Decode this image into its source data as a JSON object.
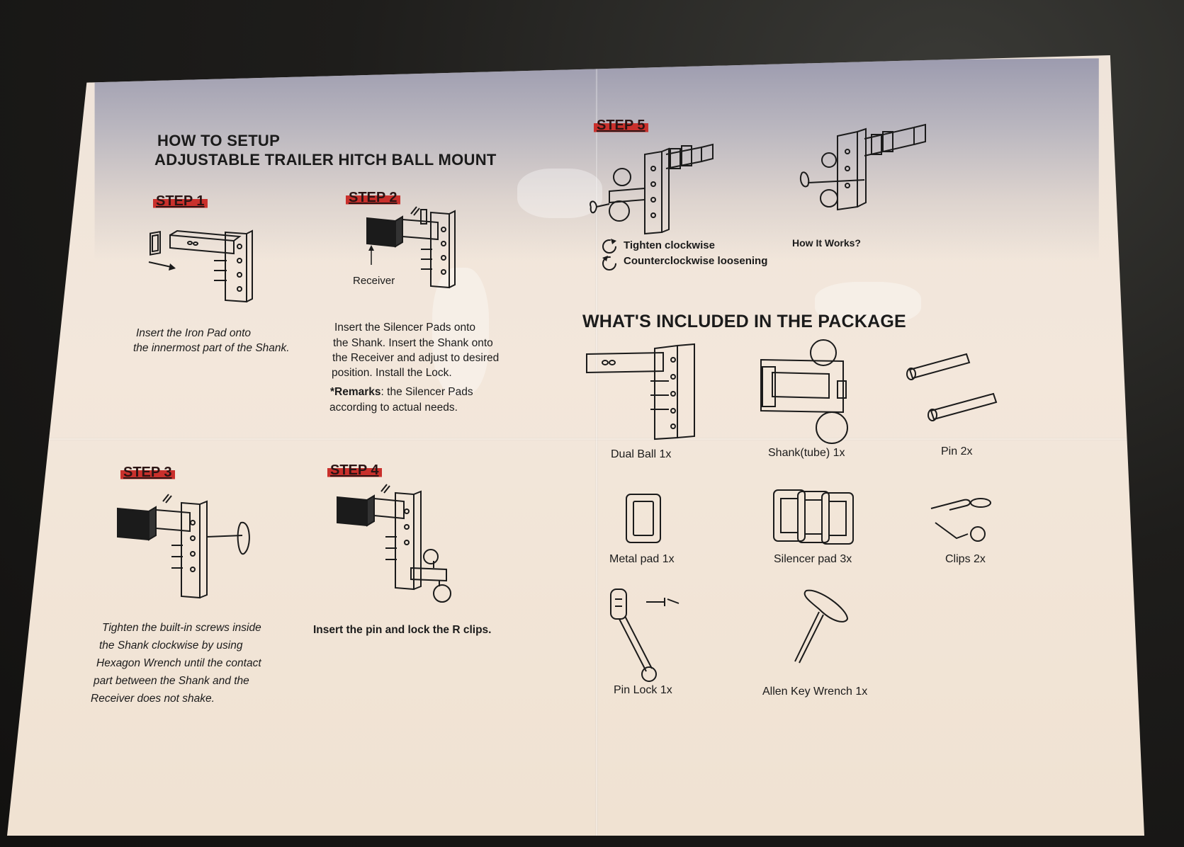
{
  "title_line1": "HOW TO SETUP",
  "title_line2": "ADJUSTABLE TRAILER HITCH BALL MOUNT",
  "steps": {
    "step1": {
      "label": "STEP 1",
      "text_lines": [
        "Insert the Iron Pad onto",
        "the innermost part of the Shank."
      ]
    },
    "step2": {
      "label": "STEP 2",
      "receiver": "Receiver",
      "text_lines": [
        "Insert the Silencer Pads onto",
        "the Shank. Insert the Shank onto",
        "the Receiver and adjust to desired",
        "position. Install the Lock."
      ],
      "remarks_label": "*Remarks",
      "remarks_lines": [
        ": the Silencer Pads",
        "according to actual needs."
      ]
    },
    "step3": {
      "label": "STEP 3",
      "text_lines": [
        "Tighten the built-in screws inside",
        "the Shank clockwise by using",
        "Hexagon Wrench until the contact",
        "part between the Shank and the",
        "Receiver does not shake."
      ]
    },
    "step4": {
      "label": "STEP 4",
      "text": "Insert the pin and lock the R clips."
    },
    "step5": {
      "label": "STEP 5",
      "tighten": "Tighten clockwise",
      "loosen": "Counterclockwise loosening",
      "how": "How It Works?"
    }
  },
  "package": {
    "heading": "WHAT'S INCLUDED IN THE PACKAGE",
    "items": [
      "Dual Ball 1x",
      "Shank(tube) 1x",
      "Pin 2x",
      "Metal pad 1x",
      "Silencer pad 3x",
      "Clips 2x",
      "Pin Lock 1x",
      "Allen Key Wrench 1x"
    ]
  },
  "colors": {
    "step_highlight": "#c9302c",
    "ink": "#1b1b1b",
    "paper": "#f2e6da"
  }
}
